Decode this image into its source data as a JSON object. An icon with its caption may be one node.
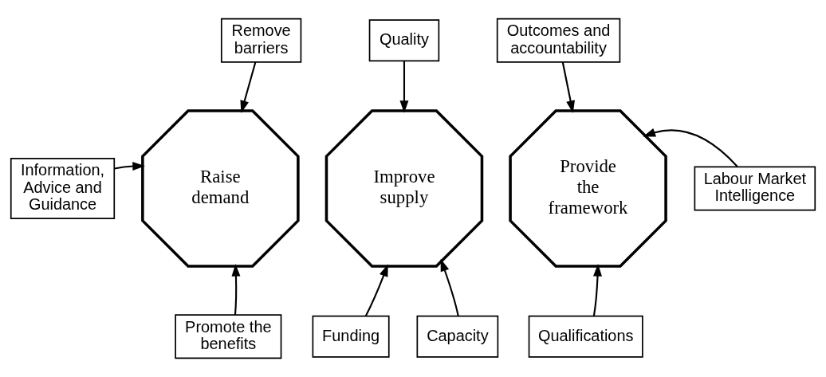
{
  "diagram": {
    "nodes": [
      {
        "text": [
          "Raise demand"
        ]
      },
      {
        "text": [
          "Improve supply"
        ]
      },
      {
        "text": [
          "Provide the framework"
        ]
      },
      {
        "text": [
          "Remove barriers"
        ]
      },
      {
        "text": [
          "Quality"
        ]
      },
      {
        "text": [
          "Outcomes and accountability"
        ]
      },
      {
        "text": [
          "Information, Advice and Guidance"
        ]
      },
      {
        "text": [
          "Labour Market Intelligence"
        ]
      },
      {
        "text": [
          "Promote the benefits"
        ]
      },
      {
        "text": [
          "Funding"
        ]
      },
      {
        "text": [
          "Capacity"
        ]
      },
      {
        "text": [
          "Qualifications"
        ]
      }
    ],
    "edges": [
      {
        "from": 3,
        "to": 0,
        "arrow": "to"
      },
      {
        "from": 4,
        "to": 1,
        "arrow": "to"
      },
      {
        "from": 5,
        "to": 2,
        "arrow": "to"
      },
      {
        "from": 6,
        "to": 0,
        "arrow": "to"
      },
      {
        "from": 7,
        "to": 2,
        "arrow": "to"
      },
      {
        "from": 8,
        "to": 0,
        "arrow": "to"
      },
      {
        "from": 9,
        "to": 1,
        "arrow": "to"
      },
      {
        "from": 10,
        "to": 1,
        "arrow": "to"
      },
      {
        "from": 11,
        "to": 2,
        "arrow": "to"
      }
    ]
  }
}
